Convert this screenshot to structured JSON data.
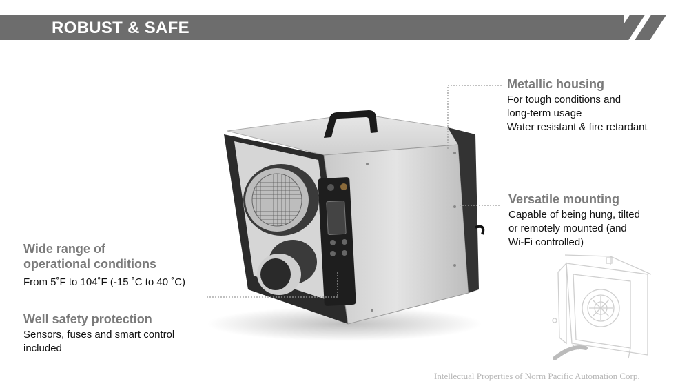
{
  "banner": {
    "title": "ROBUST & SAFE"
  },
  "features": {
    "metallic": {
      "title": "Metallic housing",
      "lines": [
        "For tough conditions and",
        "long-term usage",
        "Water resistant & fire retardant"
      ]
    },
    "mounting": {
      "title": "Versatile mounting",
      "lines": [
        "Capable of being hung, tilted",
        "or remotely mounted (and",
        "Wi-Fi controlled)"
      ]
    },
    "range": {
      "title_lines": [
        "Wide range of",
        "operational conditions"
      ],
      "lines": [
        "From 5˚F to 104˚F (-15 ˚C to 40 ˚C)"
      ]
    },
    "safety": {
      "title": "Well safety protection",
      "lines": [
        "Sensors, fuses and smart control",
        "included"
      ]
    }
  },
  "watermark": "Intellectual Properties of Norm Pacific Automation Corp.",
  "icons": {
    "product": "dehumidifier-product-image",
    "mounting_sketch": "mounted-unit-sketch-icon"
  },
  "colors": {
    "banner": "#6d6d6d",
    "feature_title": "#7a7a7a",
    "body_text": "#111111"
  }
}
